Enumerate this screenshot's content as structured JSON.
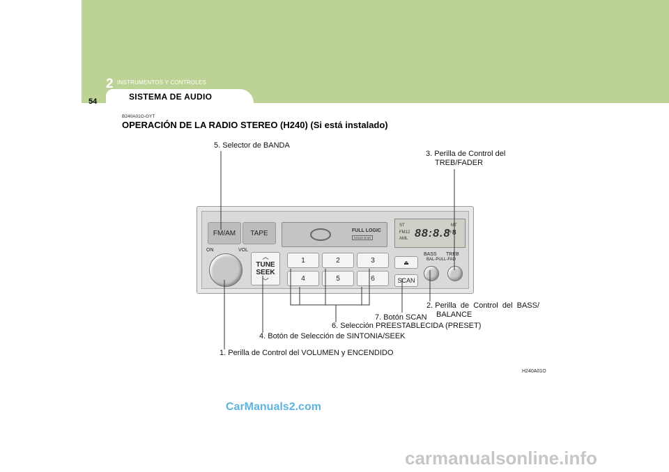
{
  "header": {
    "chapter_number": "2",
    "chapter_title": "INSTRUMENTOS Y CONTROLES",
    "section_title": "SISTEMA DE AUDIO",
    "page_number": "54",
    "band_color": "#bdd395"
  },
  "article": {
    "code": "B240A01O-GYT",
    "heading": "OPERACIÓN DE LA RADIO STEREO (H240) (Si está instalado)"
  },
  "figure": {
    "id": "H240A01O",
    "callouts": {
      "c5": "5. Selector de BANDA",
      "c3_line1": "3. Perilla de Control del",
      "c3_line2": "TREB/FADER",
      "c2_line1": "2. Perilla  de  Control  del  BASS/",
      "c2_line2": "BALANCE",
      "c7": "7. Botón SCAN",
      "c6": "6. Selección PREESTABLECIDA (PRESET)",
      "c4": "4. Botón de Selección de SINTONIA/SEEK",
      "c1": "1. Perilla de Control del VOLUMEN y ENCENDIDO"
    },
    "radio": {
      "fm_am": "FM/AM",
      "tape": "TAPE",
      "on": "ON",
      "vol": "VOL",
      "tune": "TUNE",
      "seek": "SEEK",
      "presets": [
        "1",
        "2",
        "3",
        "4",
        "5",
        "6"
      ],
      "scan": "SCAN",
      "full_logic": "FULL LOGIC",
      "dolby": "DOLBY B NR",
      "bass": "BASS",
      "treb": "TREB",
      "bal_pull_fad": "BAL-PULL-FAD",
      "display": {
        "st": "ST",
        "fm12": "FM12",
        "aml": "AML",
        "mt": "MT",
        "ch": "CH",
        "digits": "88:8.8",
        "ch_digit": "8"
      }
    }
  },
  "watermarks": {
    "site1": "CarManuals2.com",
    "site2": "carmanualsonline.info"
  }
}
